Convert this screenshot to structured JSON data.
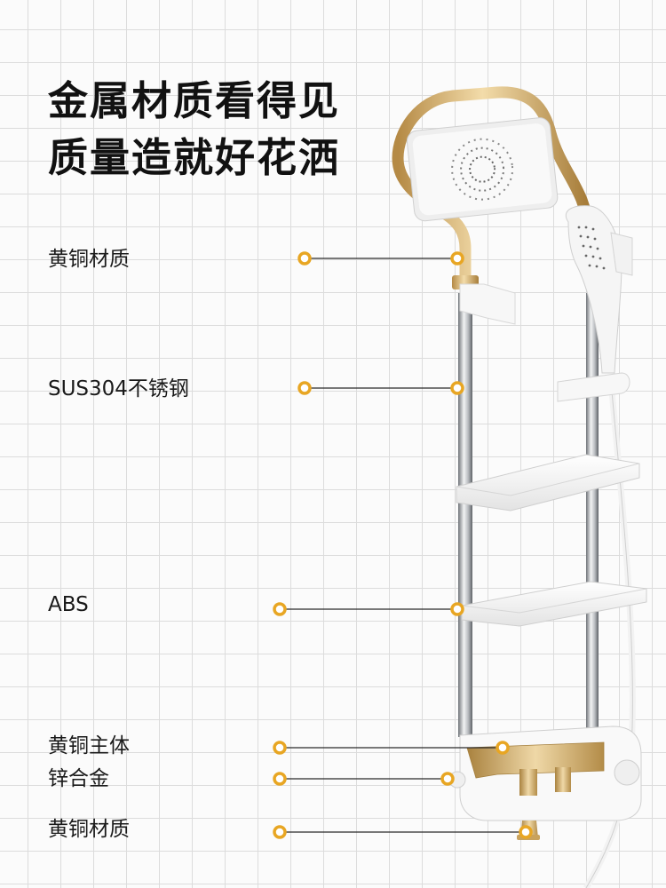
{
  "headline": {
    "line1": "金属材质看得见",
    "line2": "质量造就好花洒"
  },
  "callouts": [
    {
      "id": "brass-top",
      "label": "黄铜材质"
    },
    {
      "id": "steel",
      "label": "SUS304不锈钢"
    },
    {
      "id": "abs",
      "label": "ABS"
    },
    {
      "id": "brass-body",
      "label": "黄铜主体"
    },
    {
      "id": "zinc",
      "label": "锌合金"
    },
    {
      "id": "brass-bottom",
      "label": "黄铜材质"
    }
  ],
  "colors": {
    "accent": "#e8a623",
    "gold": "#d6b06a",
    "text": "#111111"
  }
}
